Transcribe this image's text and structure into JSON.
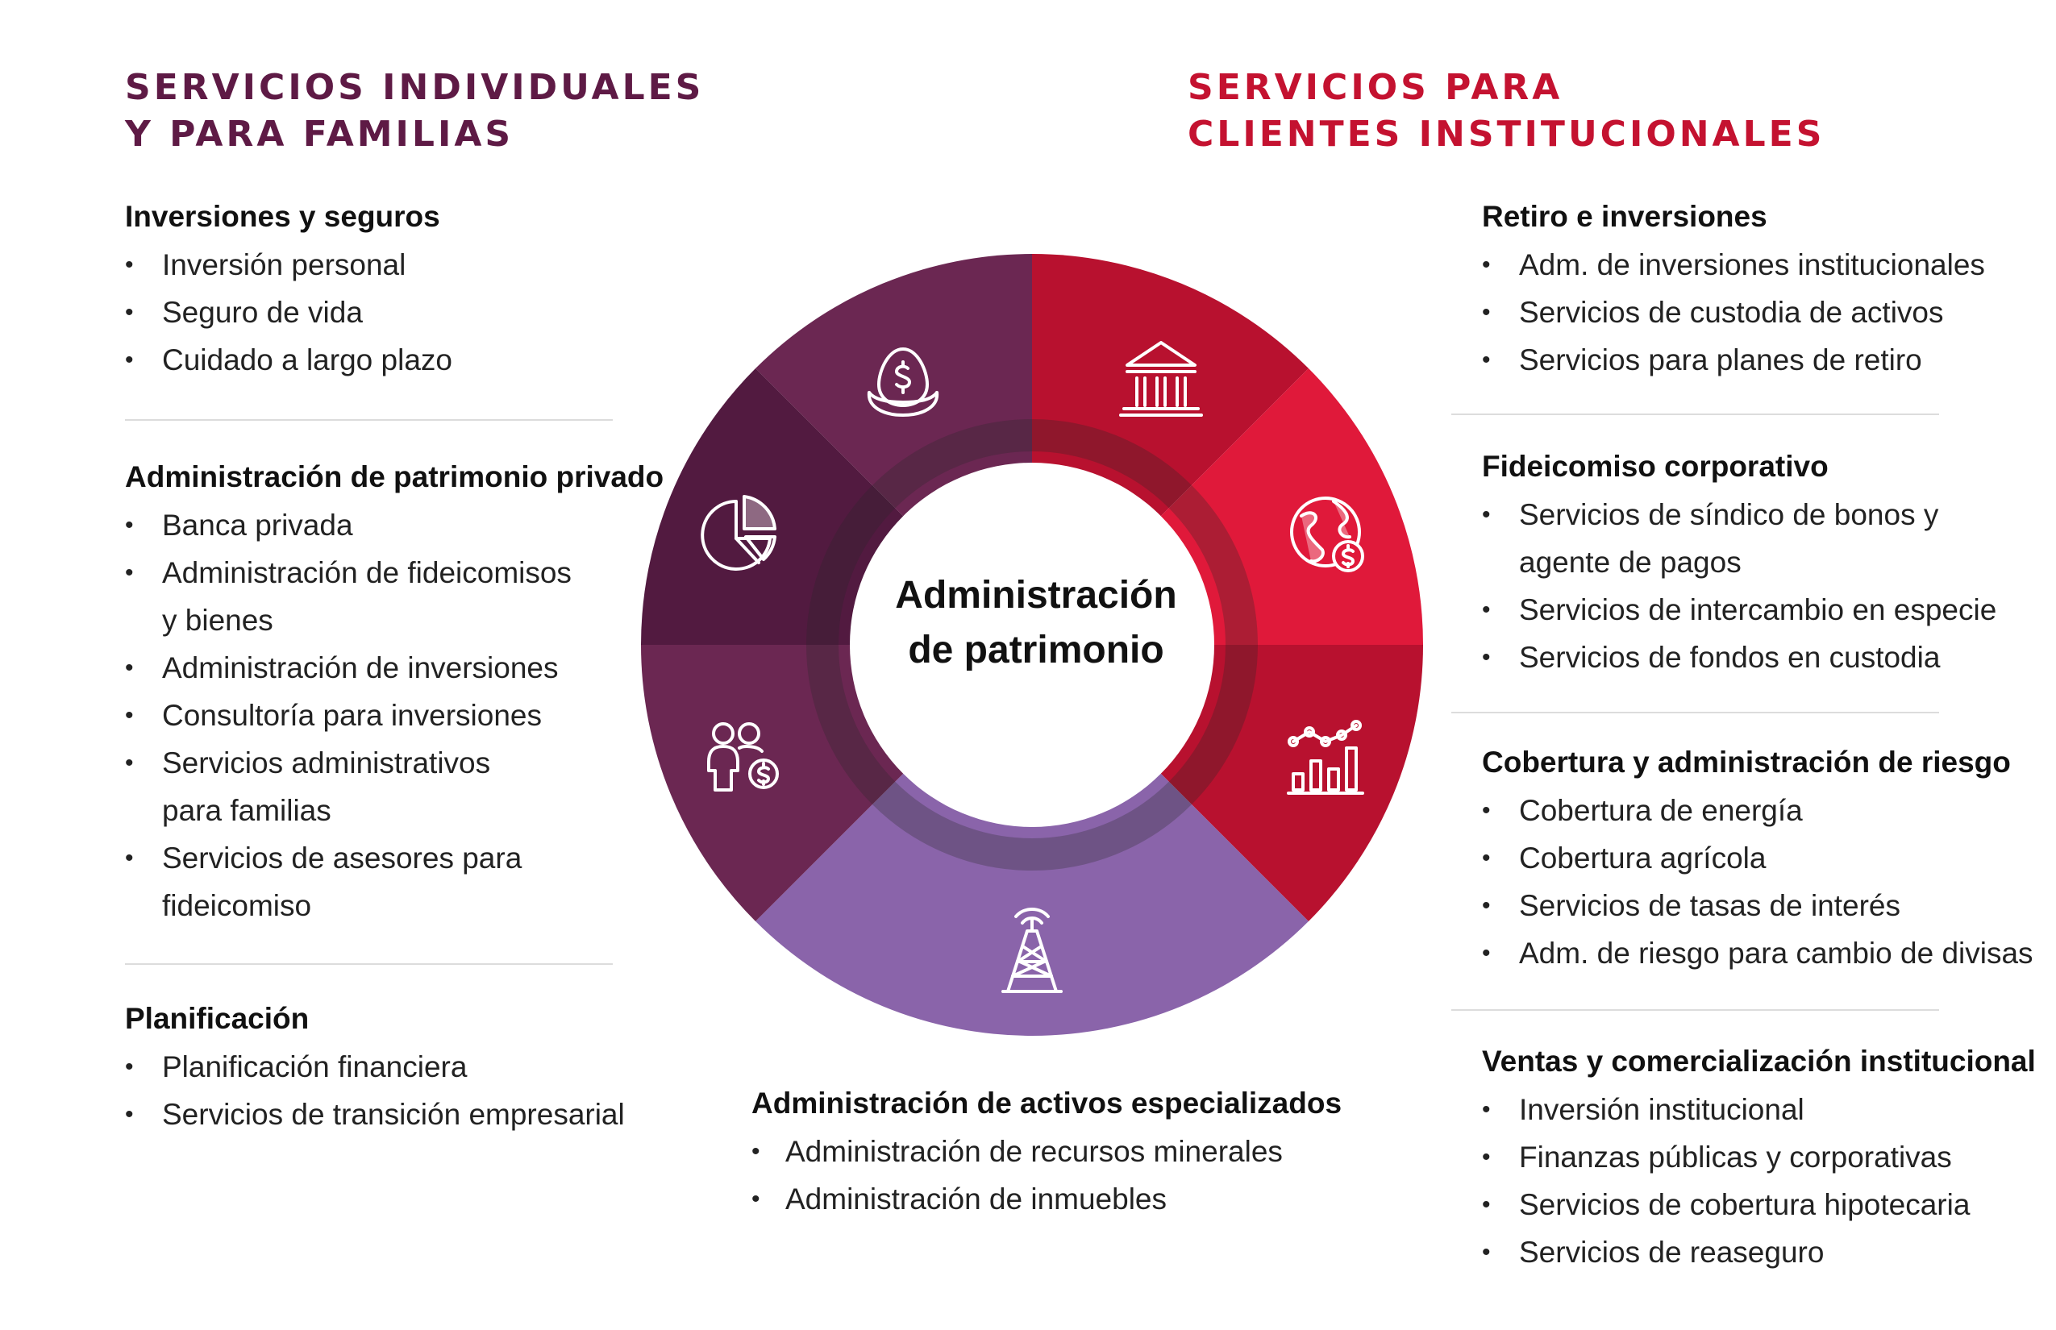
{
  "left": {
    "title_line1": "SERVICIOS INDIVIDUALES",
    "title_line2": "Y PARA FAMILIAS",
    "title_color": "#5e1a45",
    "sections": [
      {
        "heading": "Inversiones y seguros",
        "items": [
          "Inversión personal",
          "Seguro de vida",
          "Cuidado a largo plazo"
        ]
      },
      {
        "heading": "Administración de patrimonio privado",
        "items": [
          "Banca privada",
          "Administración de fideicomisos",
          "y bienes",
          "Administración de inversiones",
          "Consultoría para inversiones",
          "Servicios administrativos",
          "para familias",
          "Servicios de asesores para",
          "fideicomiso"
        ]
      },
      {
        "heading": "Planificación",
        "items": [
          "Planificación financiera",
          "Servicios de transición empresarial"
        ]
      }
    ]
  },
  "right": {
    "title_line1": "SERVICIOS PARA",
    "title_line2": "CLIENTES INSTITUCIONALES",
    "title_color": "#c41230",
    "sections": [
      {
        "heading": "Retiro e inversiones",
        "items": [
          "Adm. de inversiones institucionales",
          "Servicios de custodia de activos",
          "Servicios para planes de retiro"
        ]
      },
      {
        "heading": "Fideicomiso corporativo",
        "items": [
          "Servicios de síndico de bonos y",
          "agente de pagos",
          "Servicios de intercambio en especie",
          "Servicios de fondos en custodia"
        ]
      },
      {
        "heading": "Cobertura y administración de riesgo",
        "items": [
          "Cobertura de energía",
          "Cobertura agrícola",
          "Servicios de tasas de interés",
          "Adm. de riesgo para cambio de divisas"
        ]
      },
      {
        "heading": "Ventas y comercialización institucional",
        "items": [
          "Inversión institucional",
          "Finanzas públicas y corporativas",
          "Servicios de cobertura hipotecaria",
          "Servicios de reaseguro"
        ]
      }
    ]
  },
  "bottom": {
    "heading": "Administración de activos especializados",
    "items": [
      "Administración de recursos minerales",
      "Administración de inmuebles"
    ]
  },
  "wheel": {
    "center_line1": "Administración",
    "center_line2": "de patrimonio",
    "segments": [
      {
        "icon": "nest-egg-dollar-icon",
        "color": "#6b2752"
      },
      {
        "icon": "bank-building-icon",
        "color": "#b8112f"
      },
      {
        "icon": "globe-dollar-icon",
        "color": "#e0193a"
      },
      {
        "icon": "growth-chart-icon",
        "color": "#b8112f"
      },
      {
        "icon": "oil-derrick-icon",
        "color": "#8a64aa"
      },
      {
        "icon": "family-dollar-icon",
        "color": "#6b2752"
      },
      {
        "icon": "pie-chart-icon",
        "color": "#521a40"
      }
    ]
  }
}
